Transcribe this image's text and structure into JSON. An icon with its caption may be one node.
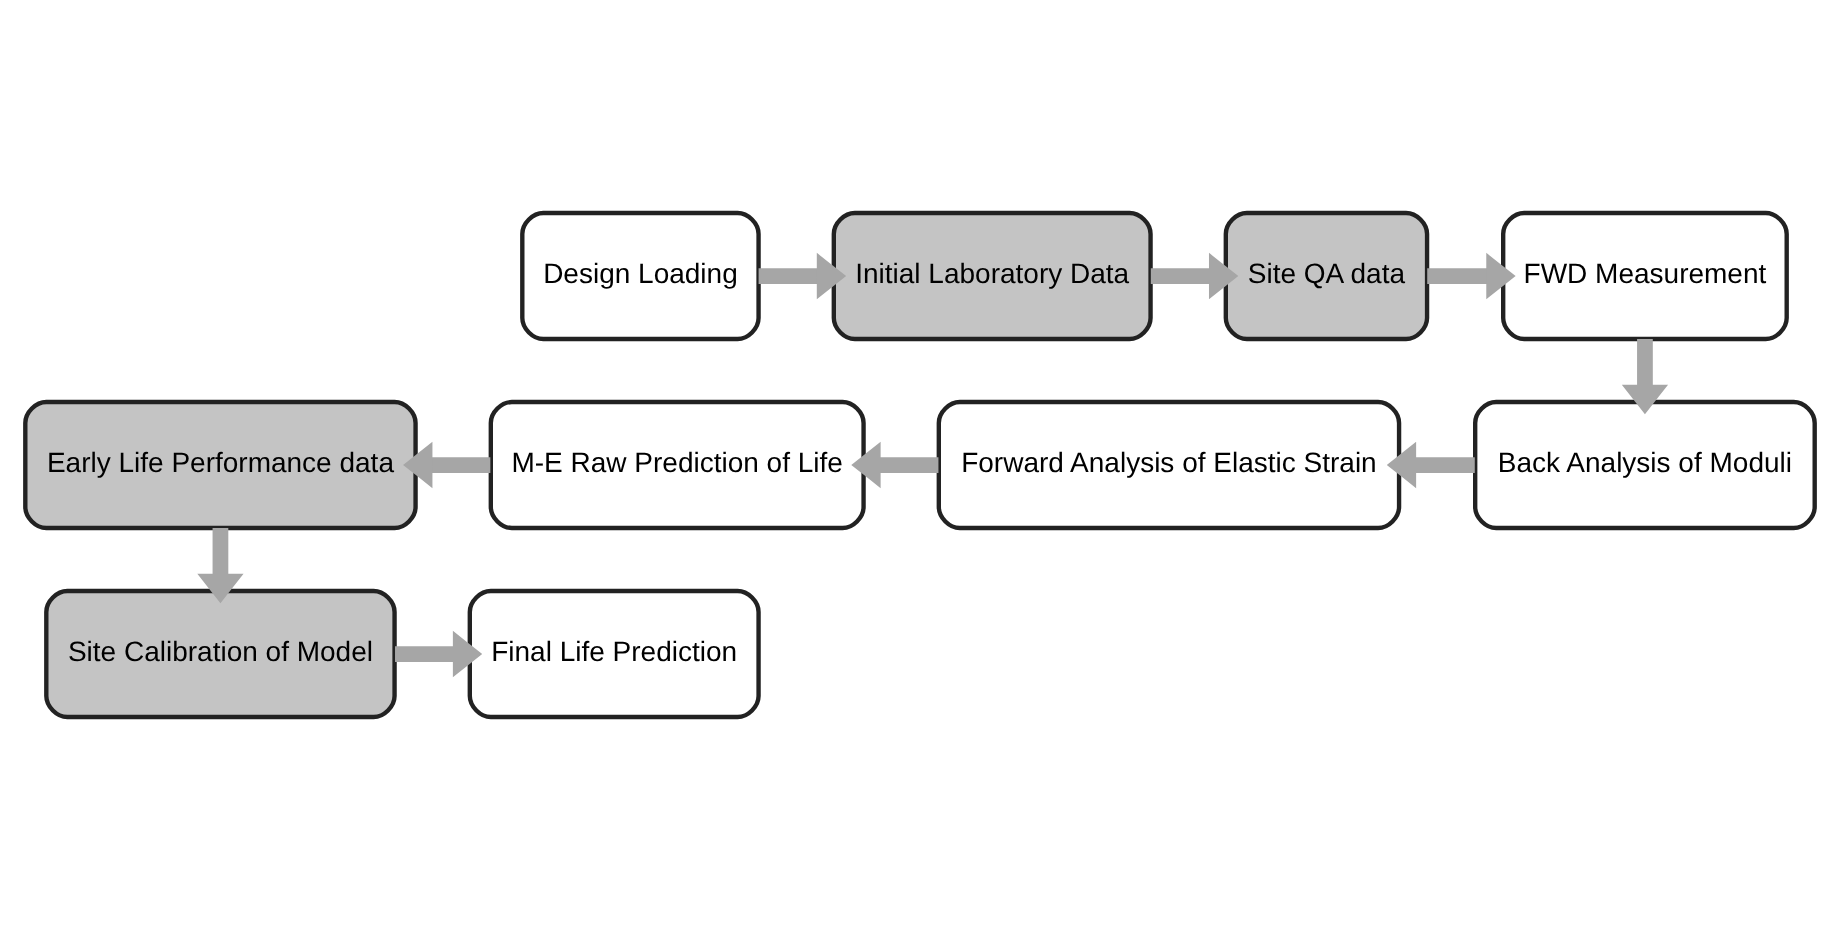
{
  "diagram": {
    "nodes": [
      {
        "text": [
          "Design Loading"
        ]
      },
      {
        "text": [
          "Initial Laboratory Data"
        ]
      },
      {
        "text": [
          "Site QA data"
        ]
      },
      {
        "text": [
          "FWD Measurement"
        ]
      },
      {
        "text": [
          "Back Analysis of Moduli"
        ]
      },
      {
        "text": [
          "Forward Analysis of Elastic Strain"
        ]
      },
      {
        "text": [
          "M-E Raw Prediction of Life"
        ]
      },
      {
        "text": [
          "Early Life Performance data"
        ]
      },
      {
        "text": [
          "Site Calibration of Model"
        ]
      },
      {
        "text": [
          "Final Life Prediction"
        ]
      }
    ],
    "edges": [
      {
        "from": 0,
        "to": 1,
        "arrow": "to"
      },
      {
        "from": 1,
        "to": 2,
        "arrow": "to"
      },
      {
        "from": 2,
        "to": 3,
        "arrow": "to"
      },
      {
        "from": 3,
        "to": 4,
        "arrow": "to"
      },
      {
        "from": 4,
        "to": 5,
        "arrow": "to"
      },
      {
        "from": 5,
        "to": 6,
        "arrow": "to"
      },
      {
        "from": 6,
        "to": 7,
        "arrow": "to"
      },
      {
        "from": 7,
        "to": 8,
        "arrow": "to"
      },
      {
        "from": 8,
        "to": 9,
        "arrow": "to"
      }
    ]
  }
}
